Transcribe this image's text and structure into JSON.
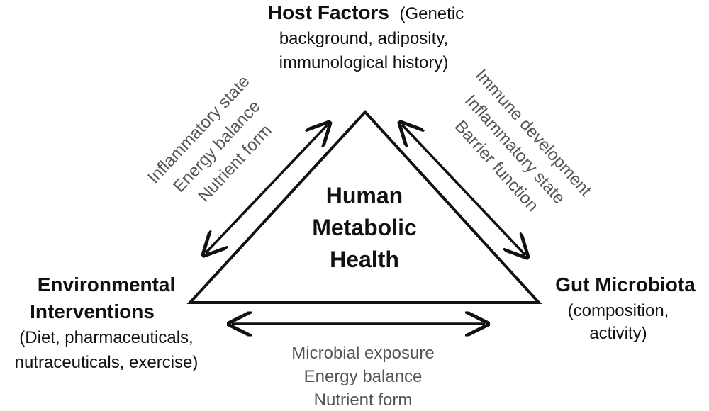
{
  "nodes": {
    "host": {
      "title": "Host Factors",
      "detail_first": "(Genetic",
      "detail_lines": [
        "background, adiposity,",
        "immunological history)"
      ]
    },
    "environment": {
      "title_lines": [
        "Environmental",
        "Interventions"
      ],
      "detail_lines": [
        "(Diet, pharmaceuticals,",
        "nutraceuticals, exercise)"
      ]
    },
    "microbiota": {
      "title": "Gut Microbiota",
      "detail_lines": [
        "(composition,",
        "activity)"
      ]
    },
    "center": {
      "lines": [
        "Human",
        "Metabolic",
        "Health"
      ]
    }
  },
  "edges": {
    "host_environment": {
      "labels": [
        "Inflammatory state",
        "Energy balance",
        "Nutrient form"
      ]
    },
    "host_microbiota": {
      "labels": [
        "Immune development",
        "Inflammatory state",
        "Barrier function"
      ]
    },
    "environment_microbiota": {
      "labels": [
        "Microbial exposure",
        "Energy balance",
        "Nutrient form"
      ]
    }
  },
  "colors": {
    "title_text": "#111111",
    "edge_label_text": "#555555",
    "lines": "#111111",
    "background": "#ffffff"
  }
}
